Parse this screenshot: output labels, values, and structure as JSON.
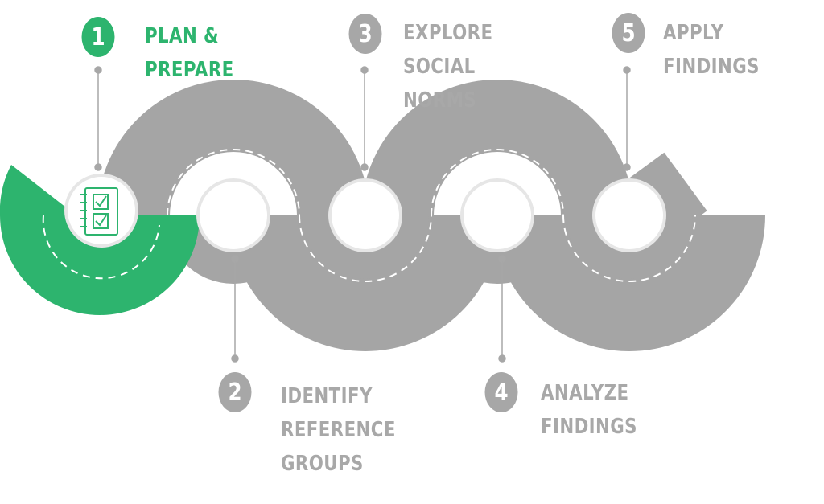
{
  "colors": {
    "active": "#2db46e",
    "inactive": "#a7a7a7",
    "road": "#a5a5a5",
    "ring": "#e6e6e6",
    "dash": "#ffffff"
  },
  "steps": [
    {
      "number": "1",
      "lines": [
        "PLAN &",
        "PREPARE"
      ],
      "active": true,
      "icon": "checklist-icon"
    },
    {
      "number": "2",
      "lines": [
        "IDENTIFY",
        "REFERENCE",
        "GROUPS"
      ],
      "active": false
    },
    {
      "number": "3",
      "lines": [
        "EXPLORE",
        "SOCIAL",
        "NORMS"
      ],
      "active": false
    },
    {
      "number": "4",
      "lines": [
        "ANALYZE",
        "FINDINGS"
      ],
      "active": false
    },
    {
      "number": "5",
      "lines": [
        "APPLY",
        "FINDINGS"
      ],
      "active": false
    }
  ]
}
